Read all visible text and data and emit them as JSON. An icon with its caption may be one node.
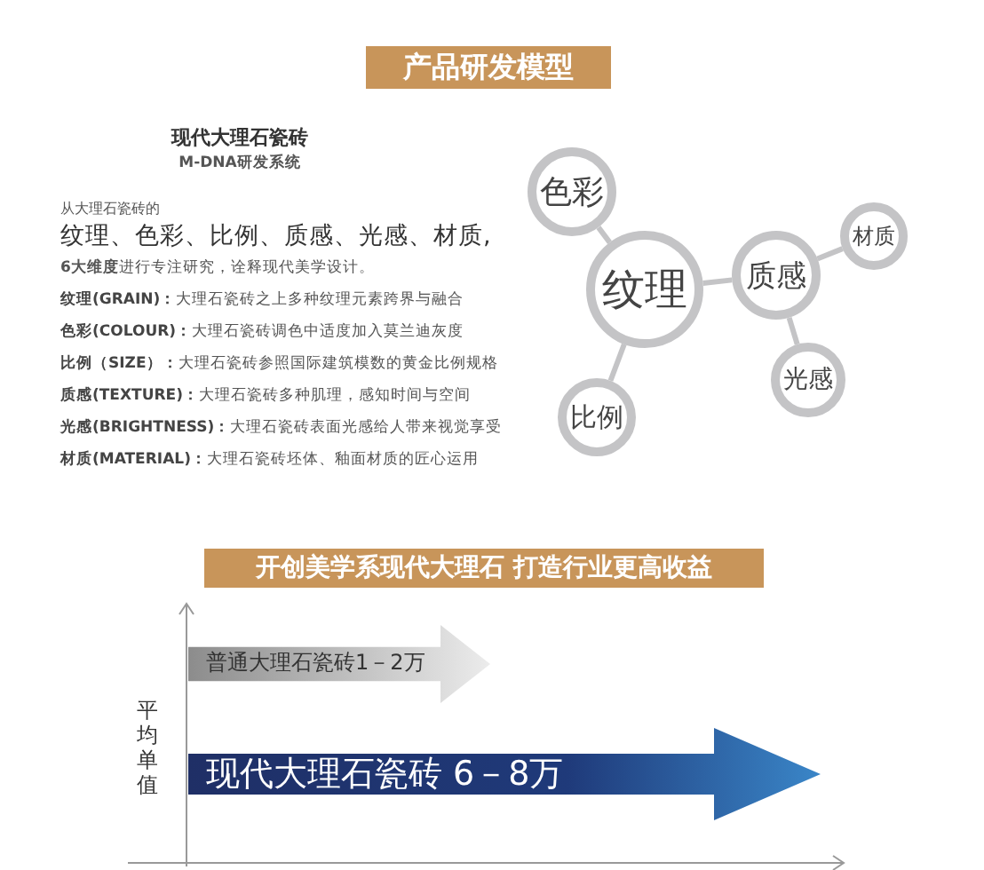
{
  "diagram": {
    "title": "产品研发模型",
    "nodes": [
      {
        "text": [
          "色彩"
        ]
      },
      {
        "text": [
          "纹理"
        ]
      },
      {
        "text": [
          "质感"
        ]
      },
      {
        "text": [
          "材质"
        ]
      },
      {
        "text": [
          "光感"
        ]
      },
      {
        "text": [
          "比例"
        ]
      },
      {
        "text": [
          "普通大理石瓷砖1－2万"
        ]
      },
      {
        "text": [
          "现代大理石瓷砖 6－8万"
        ]
      }
    ],
    "edges": [
      {
        "from": 1,
        "to": 0,
        "arrow": "none"
      },
      {
        "from": 1,
        "to": 2,
        "arrow": "none"
      },
      {
        "from": 1,
        "to": 5,
        "arrow": "none"
      },
      {
        "from": 2,
        "to": 3,
        "arrow": "none"
      },
      {
        "from": 2,
        "to": 4,
        "arrow": "none"
      }
    ],
    "labels": [
      "现代大理石瓷砖",
      "M-DNA研发系统",
      "从大理石瓷砖的",
      "纹理、色彩、比例、质感、光感、材质,",
      "**6大维度**进行专注研究，诠释现代美学设计。",
      "**纹理(GRAIN)：**大理石瓷砖之上多种纹理元素跨界与融合",
      "**色彩(COLOUR)：**大理石瓷砖调色中适度加入莫兰迪灰度",
      "**比例（SIZE）：**大理石瓷砖参照国际建筑模数的黄金比例规格",
      "**质感(TEXTURE)：**大理石瓷砖多种肌理，感知时间与空间",
      "**光感(BRIGHTNESS)：**大理石瓷砖表面光感给人带来视觉享受",
      "**材质(MATERIAL)：**大理石瓷砖坯体、釉面材质的匠心运用",
      "开创美学系现代大理石  打造行业更高收益",
      "平均单值"
    ]
  }
}
